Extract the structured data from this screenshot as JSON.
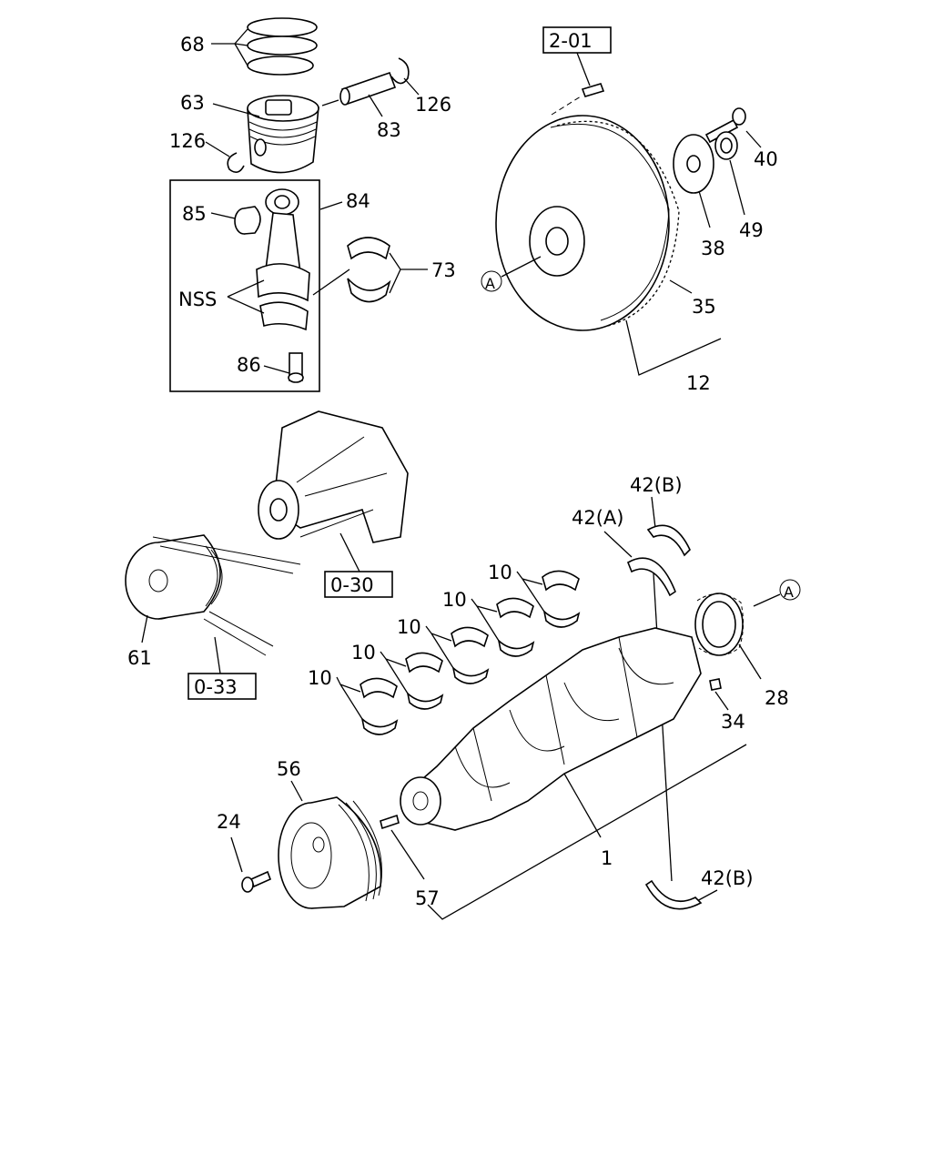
{
  "diagram": {
    "callouts": {
      "c68": "68",
      "c63": "63",
      "c126a": "126",
      "c126b": "126",
      "c83": "83",
      "c85": "85",
      "c84": "84",
      "c73": "73",
      "nss": "NSS",
      "c86": "86",
      "ref201": "2-01",
      "c40": "40",
      "c49": "49",
      "c38": "38",
      "c35": "35",
      "c12": "12",
      "markA1": "A",
      "markA2": "A",
      "ref030": "0-30",
      "ref033": "0-33",
      "c61": "61",
      "c42b_top": "42(B)",
      "c42a": "42(A)",
      "c42b_bot": "42(B)",
      "c10_1": "10",
      "c10_2": "10",
      "c10_3": "10",
      "c10_4": "10",
      "c10_5": "10",
      "c28": "28",
      "c34": "34",
      "c56": "56",
      "c24": "24",
      "c57": "57",
      "c1": "1"
    }
  }
}
